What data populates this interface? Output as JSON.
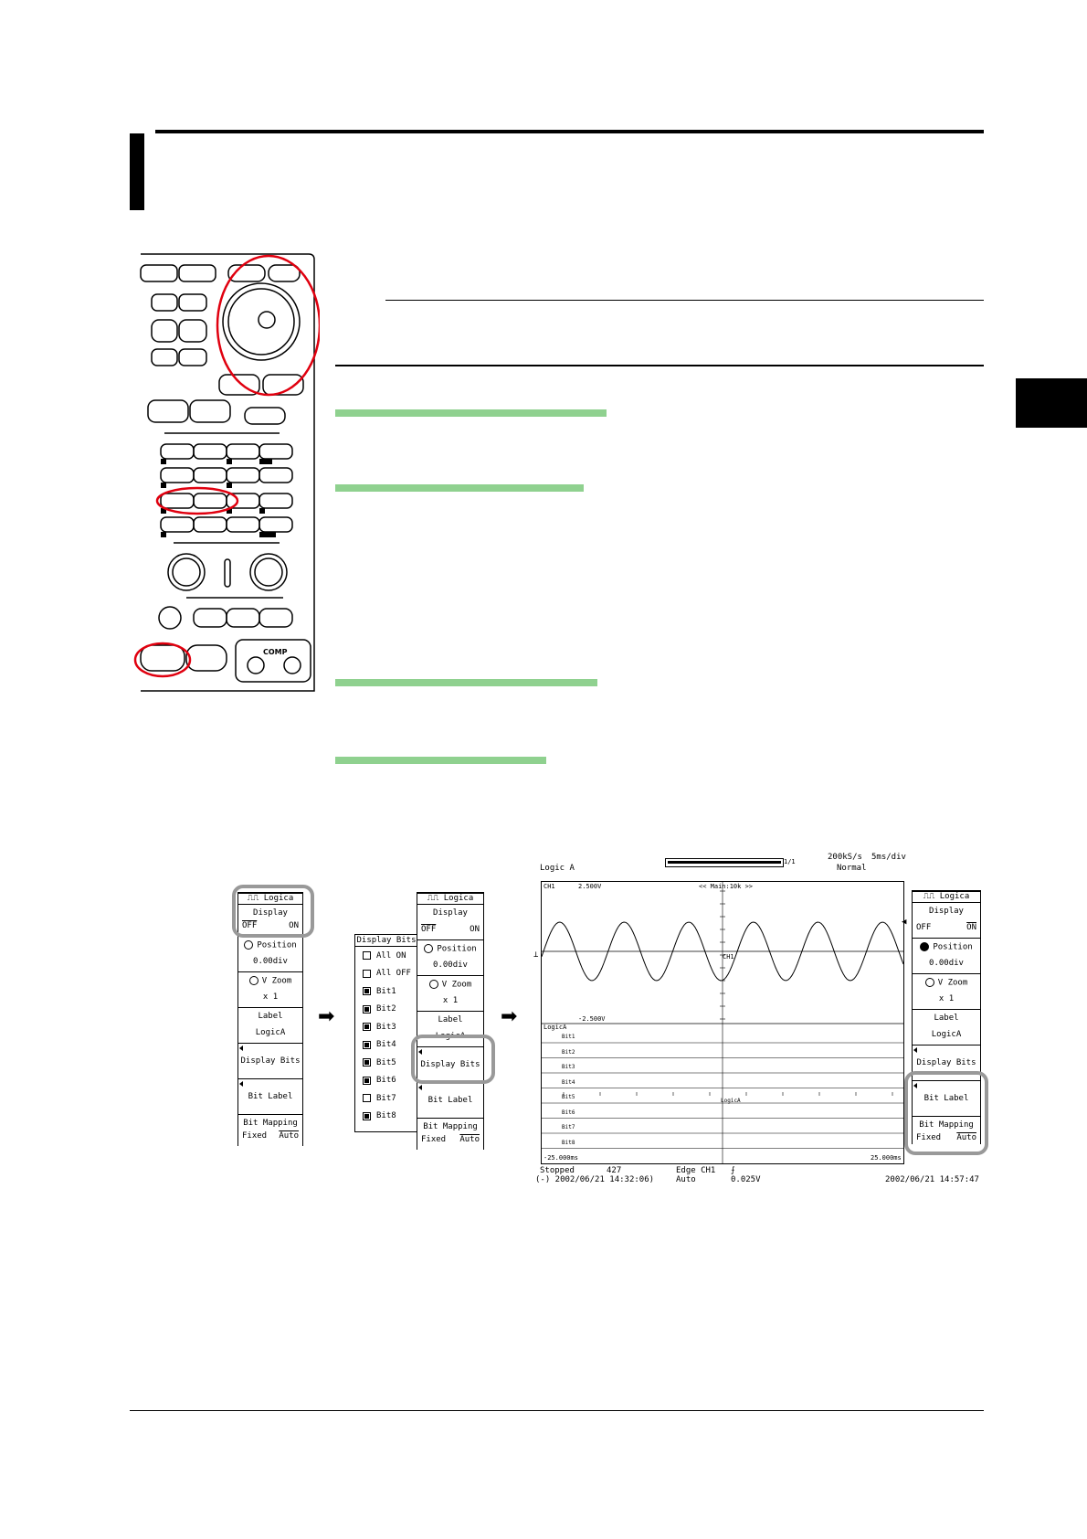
{
  "menu1": {
    "title": "Logica",
    "display_label": "Display",
    "display_off": "OFF",
    "display_on": "ON",
    "position_label": "Position",
    "position_value": "0.00div",
    "vzoom_label": "V Zoom",
    "vzoom_value": "x 1",
    "label_label": "Label",
    "label_value": "LogicA",
    "display_bits": "Display Bits",
    "bit_label": "Bit Label",
    "bit_mapping_label": "Bit Mapping",
    "bit_mapping_fixed": "Fixed",
    "bit_mapping_auto": "Auto"
  },
  "bits_popup": {
    "title": "Display Bits",
    "items": [
      {
        "label": "All ON",
        "checked": false
      },
      {
        "label": "All OFF",
        "checked": false
      },
      {
        "label": "Bit1",
        "checked": true
      },
      {
        "label": "Bit2",
        "checked": true
      },
      {
        "label": "Bit3",
        "checked": true
      },
      {
        "label": "Bit4",
        "checked": true
      },
      {
        "label": "Bit5",
        "checked": true
      },
      {
        "label": "Bit6",
        "checked": true
      },
      {
        "label": "Bit7",
        "checked": false
      },
      {
        "label": "Bit8",
        "checked": true
      }
    ]
  },
  "screen": {
    "sample_rate": "200kS/s",
    "time_div": "5ms/div",
    "mode": "Normal",
    "title": "Logic A",
    "ch1": "CH1",
    "ch1_upper": "2.500V",
    "ch1_lower": "-2.500V",
    "main_label": "<< Main:10k >>",
    "ch1_marker": "CH1",
    "logic_label": "LogicA",
    "bits": [
      "Bit1",
      "Bit2",
      "Bit3",
      "Bit4",
      "Bit5",
      "Bit6",
      "Bit7",
      "Bit8"
    ],
    "logic_center": "LogicA",
    "time_start": "-25.000ms",
    "time_end": "25.000ms",
    "status": "Stopped",
    "count": "427",
    "trigger": "Edge CH1",
    "trigger_level": "0.025V",
    "start_time": "(-) 2002/06/21 14:32:06)",
    "trig_mode": "Auto",
    "end_time": "2002/06/21 14:57:47",
    "zoom_ratio": "1/1"
  },
  "panel_labels": {
    "comp": "COMP"
  }
}
